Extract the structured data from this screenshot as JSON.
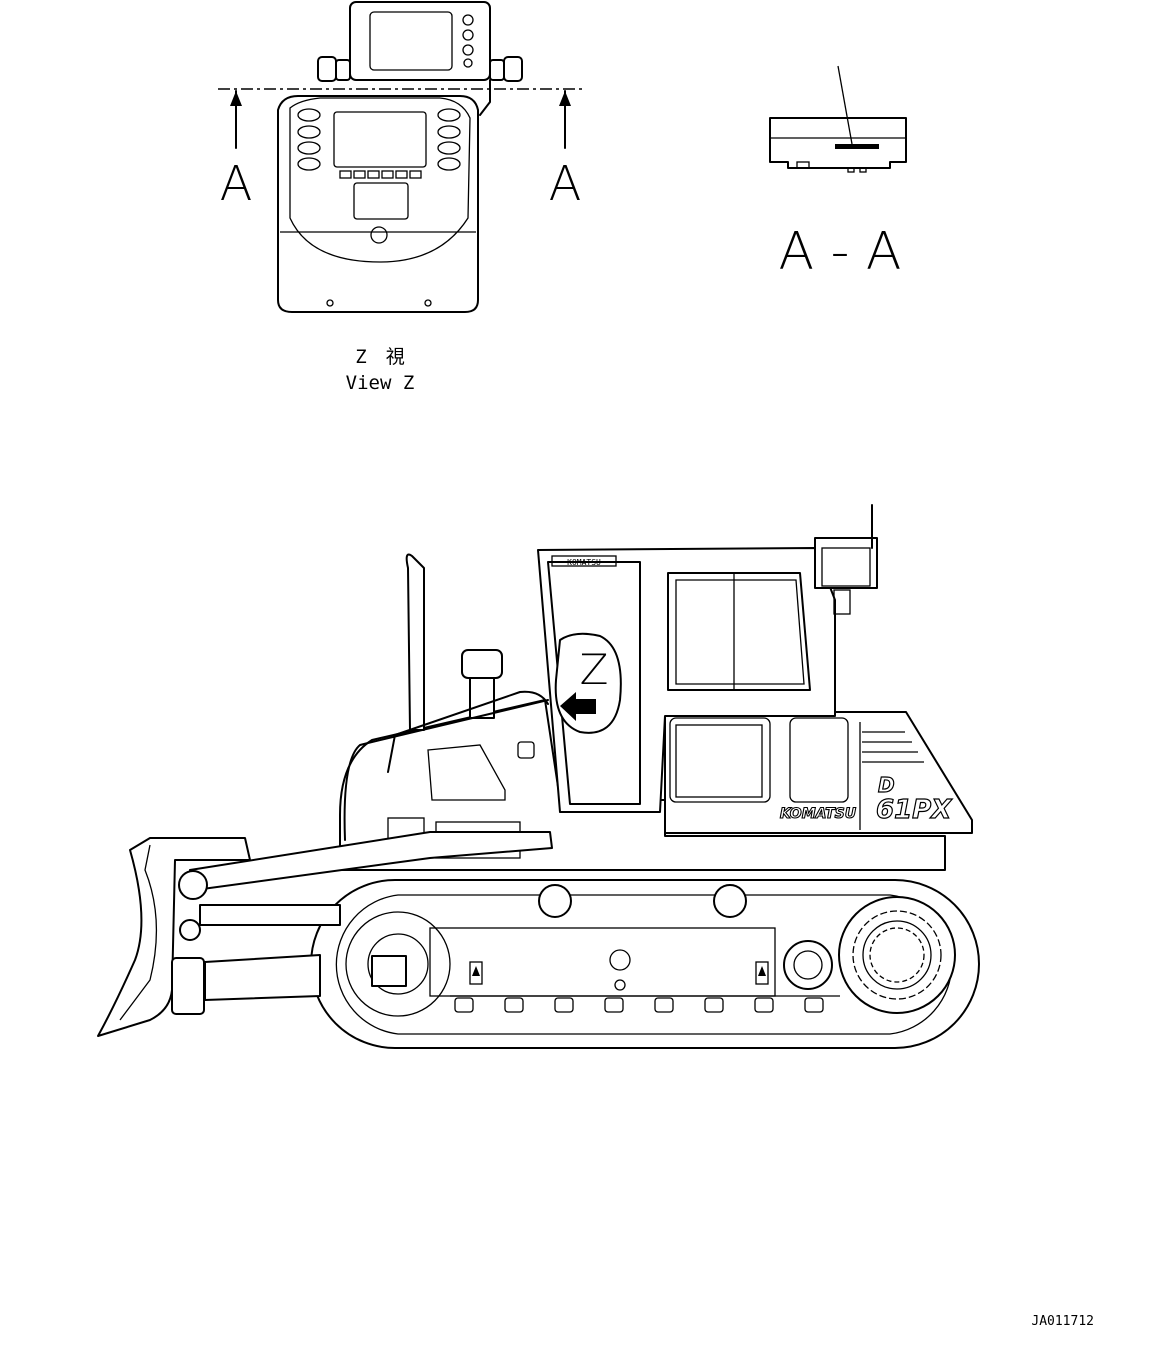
{
  "view_z": {
    "title_jp": "Z　視",
    "title_en": "View Z",
    "section_mark_left": "A",
    "section_mark_right": "A"
  },
  "section_view": {
    "label": "A - A"
  },
  "machine": {
    "view_arrow_label": "Z",
    "brand_cab_text": "KOMATSU",
    "brand_hood_text": "KOMATSU",
    "model_prefix": "D",
    "model_text": "61PX"
  },
  "drawing_id": "JA011712"
}
